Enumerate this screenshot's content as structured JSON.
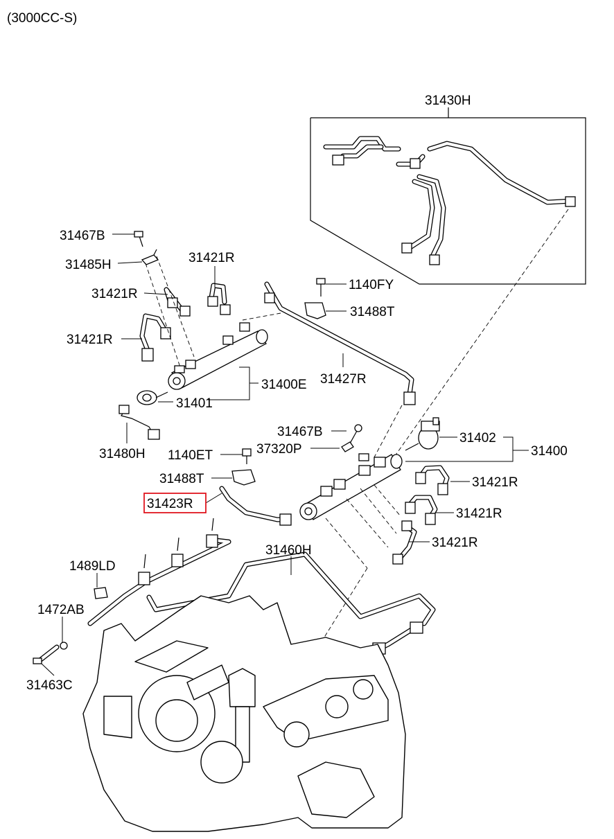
{
  "header": {
    "variant": "(3000CC-S)"
  },
  "highlight": {
    "part_number": "31423R",
    "color": "#e0141e"
  },
  "labels": {
    "l31430H": "31430H",
    "l31467B_top": "31467B",
    "l31485H": "31485H",
    "l31421R_a": "31421R",
    "l31421R_b": "31421R",
    "l31421R_c": "31421R",
    "l1140FY": "1140FY",
    "l31488T_top": "31488T",
    "l31400E": "31400E",
    "l31427R": "31427R",
    "l31401": "31401",
    "l31480H": "31480H",
    "l31467B_mid": "31467B",
    "l31402": "31402",
    "l31400": "31400",
    "l1140ET": "1140ET",
    "l37320P": "37320P",
    "l31488T_mid": "31488T",
    "l31421R_d": "31421R",
    "l31423R": "31423R",
    "l31421R_e": "31421R",
    "l31421R_f": "31421R",
    "l31460H": "31460H",
    "l1489LD": "1489LD",
    "l1472AB": "1472AB",
    "l31463C": "31463C"
  }
}
